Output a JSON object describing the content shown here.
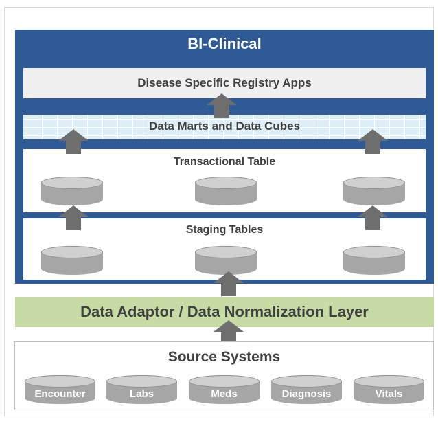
{
  "diagram": {
    "title": "BI-Clinical",
    "layers": {
      "registry": "Disease Specific Registry Apps",
      "marts": "Data Marts and Data Cubes",
      "transactional": "Transactional Table",
      "staging": "Staging Tables",
      "adaptor": "Data Adaptor / Data Normalization Layer",
      "source": "Source Systems"
    },
    "sources": [
      "Encounter",
      "Labs",
      "Meds",
      "Diagnosis",
      "Vitals"
    ]
  },
  "colors": {
    "bi_background": "#2f5a96",
    "registry_panel": "#f0f0f0",
    "marts_panel": "#deeef6",
    "adaptor_band": "#c7dba5",
    "cylinder_body": "#a6a6a6",
    "cylinder_top": "#d0d0d0",
    "arrow": "#6e6e6e"
  }
}
